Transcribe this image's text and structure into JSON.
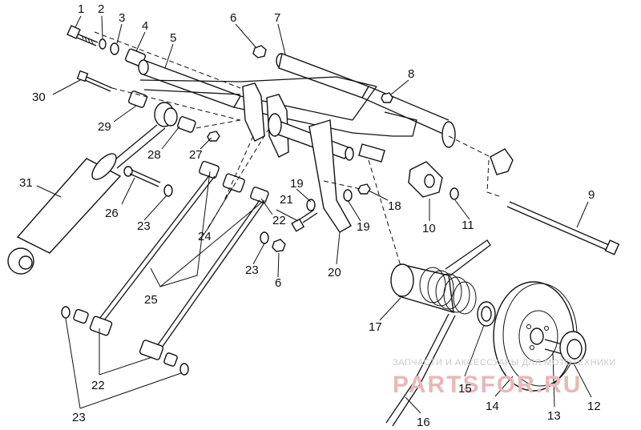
{
  "callouts": [
    {
      "id": "1",
      "label": "1"
    },
    {
      "id": "2",
      "label": "2"
    },
    {
      "id": "3",
      "label": "3"
    },
    {
      "id": "4",
      "label": "4"
    },
    {
      "id": "5",
      "label": "5"
    },
    {
      "id": "6a",
      "label": "6"
    },
    {
      "id": "7",
      "label": "7"
    },
    {
      "id": "8",
      "label": "8"
    },
    {
      "id": "30",
      "label": "30"
    },
    {
      "id": "29",
      "label": "29"
    },
    {
      "id": "28",
      "label": "28"
    },
    {
      "id": "27",
      "label": "27"
    },
    {
      "id": "31",
      "label": "31"
    },
    {
      "id": "26",
      "label": "26"
    },
    {
      "id": "23a",
      "label": "23"
    },
    {
      "id": "24",
      "label": "24"
    },
    {
      "id": "19a",
      "label": "19"
    },
    {
      "id": "21",
      "label": "21"
    },
    {
      "id": "22",
      "label": "22"
    },
    {
      "id": "18",
      "label": "18"
    },
    {
      "id": "19b",
      "label": "19"
    },
    {
      "id": "10",
      "label": "10"
    },
    {
      "id": "11",
      "label": "11"
    },
    {
      "id": "9",
      "label": "9"
    },
    {
      "id": "23b",
      "label": "23"
    },
    {
      "id": "6b",
      "label": "6"
    },
    {
      "id": "20",
      "label": "20"
    },
    {
      "id": "25",
      "label": "25"
    },
    {
      "id": "17",
      "label": "17"
    },
    {
      "id": "22b",
      "label": "22"
    },
    {
      "id": "23c",
      "label": "23"
    },
    {
      "id": "15",
      "label": "15"
    },
    {
      "id": "14",
      "label": "14"
    },
    {
      "id": "13",
      "label": "13"
    },
    {
      "id": "12",
      "label": "12"
    },
    {
      "id": "16",
      "label": "16"
    }
  ],
  "watermark": {
    "caption": "ЗАПЧАСТИ И АКСЕССУАРЫ ДЛЯ МОТОТЕХНИКИ",
    "brand": "PARTSFOR.RU"
  }
}
